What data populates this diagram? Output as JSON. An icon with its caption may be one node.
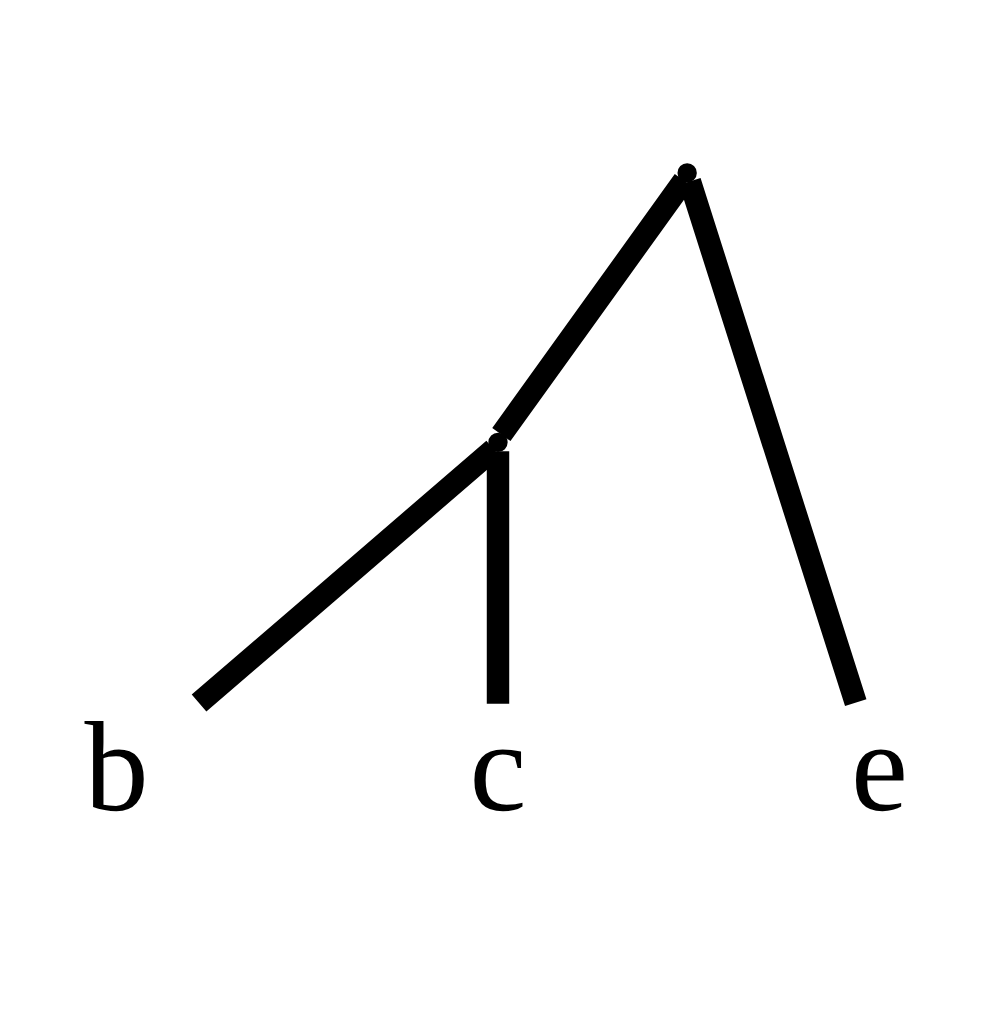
{
  "diagram": {
    "nodes": [
      {
        "text": [],
        "shape": "point"
      },
      {
        "text": [],
        "shape": "point"
      },
      {
        "text": [
          "b"
        ]
      },
      {
        "text": [
          "c"
        ]
      },
      {
        "text": [
          "e"
        ]
      }
    ],
    "edges": [
      {
        "from": 0,
        "to": 1,
        "arrow": "none"
      },
      {
        "from": 0,
        "to": 4,
        "arrow": "none"
      },
      {
        "from": 1,
        "to": 2,
        "arrow": "none"
      },
      {
        "from": 1,
        "to": 3,
        "arrow": "none"
      }
    ]
  }
}
